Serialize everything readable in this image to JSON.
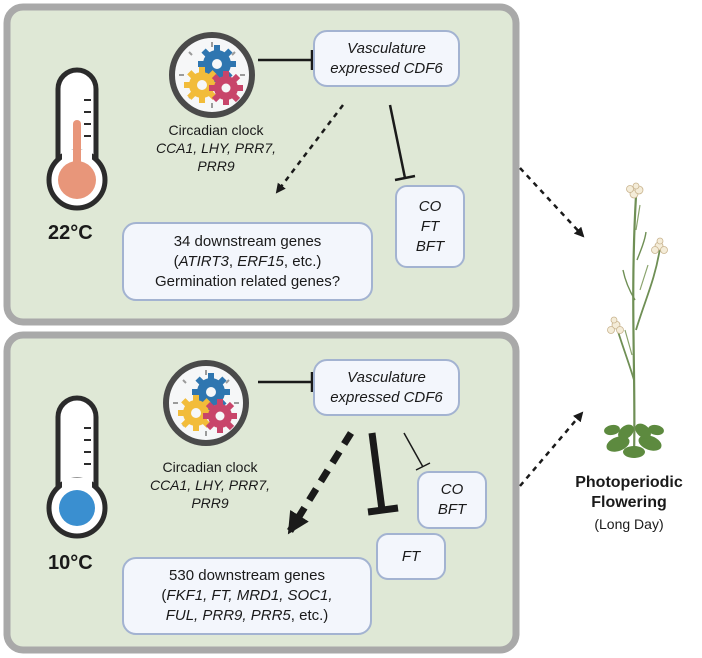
{
  "top_panel": {
    "temperature": "22°C",
    "clock_label": "Circadian clock",
    "clock_genes": "CCA1, LHY, PRR7, PRR9",
    "cdf6_line1": "Vasculature",
    "cdf6_line2": "expressed CDF6",
    "target_genes": [
      "CO",
      "FT",
      "BFT"
    ],
    "downstream_line1": "34 downstream genes",
    "downstream_line2_open": "(",
    "downstream_line2_it1": "ATIRT3",
    "downstream_line2_sep": ", ",
    "downstream_line2_it2": "ERF15",
    "downstream_line2_end": ", etc.)",
    "downstream_line3": "Germination related genes?"
  },
  "bottom_panel": {
    "temperature": "10°C",
    "clock_label": "Circadian clock",
    "clock_genes": "CCA1, LHY, PRR7, PRR9",
    "cdf6_line1": "Vasculature",
    "cdf6_line2": "expressed CDF6",
    "target_genes_small": [
      "CO",
      "BFT"
    ],
    "target_gene_ft": "FT",
    "downstream_line1": "530 downstream genes",
    "downstream_line2_open": "(",
    "downstream_line2_it": "FKF1, FT, MRD1, SOC1,",
    "downstream_line3_it": "FUL, PRR9, PRR5",
    "downstream_line3_end": ", etc.)"
  },
  "flowering": {
    "title_line1": "Photoperiodic",
    "title_line2": "Flowering",
    "subtitle": "(Long Day)"
  },
  "colors": {
    "panel_fill": "#dfe8d6",
    "panel_border": "#a9a9a9",
    "box_border": "#a3b3d1",
    "thermo_warm": "#e8967a",
    "thermo_cold": "#3a8fd0",
    "gear_blue": "#2f76b0",
    "gear_yellow": "#f2bc3a",
    "gear_red": "#c8456a"
  }
}
